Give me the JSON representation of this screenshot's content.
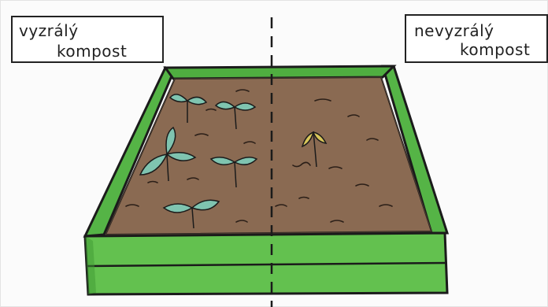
{
  "labels": {
    "left": {
      "line1": "vyzrálý",
      "line2": "kompost"
    },
    "right": {
      "line1": "nevyzrálý",
      "line2": "kompost"
    }
  },
  "colors": {
    "soil": "#8a6a52",
    "soil_dark": "#6e5240",
    "box_green": "#63c14f",
    "box_green_dark": "#3f9a34",
    "leaf": "#7fc4b0",
    "sprout_yellow": "#d8c65a",
    "outline": "#1b1b1b"
  },
  "icons": [
    "seedling-icon",
    "wilted-sprout-icon",
    "divider-line"
  ]
}
